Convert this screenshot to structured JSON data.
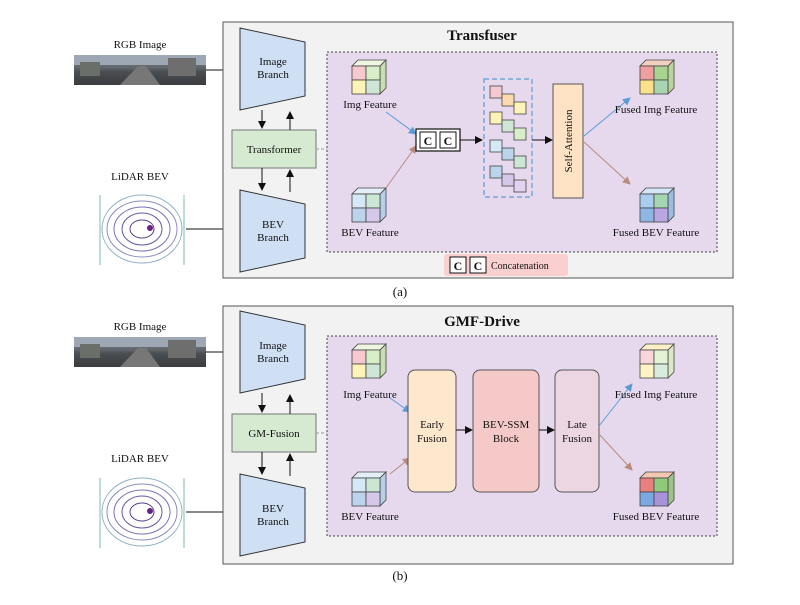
{
  "panel_a": {
    "title": "Transfuser",
    "caption": "(a)",
    "input_rgb": "RGB Image",
    "input_lidar": "LiDAR BEV",
    "image_branch": [
      "Image",
      "Branch"
    ],
    "bev_branch": [
      "BEV",
      "Branch"
    ],
    "fusion_module": "Transformer",
    "img_feature": "Img Feature",
    "bev_feature": "BEV Feature",
    "concat_symbol": "C",
    "self_attention": "Self-Attention",
    "fused_img": "Fused Img Feature",
    "fused_bev": "Fused BEV Feature",
    "legend_label": "Concatenation"
  },
  "panel_b": {
    "title": "GMF-Drive",
    "caption": "(b)",
    "input_rgb": "RGB Image",
    "input_lidar": "LiDAR BEV",
    "image_branch": [
      "Image",
      "Branch"
    ],
    "bev_branch": [
      "BEV",
      "Branch"
    ],
    "fusion_module": "GM-Fusion",
    "img_feature": "Img Feature",
    "bev_feature": "BEV Feature",
    "early_fusion": [
      "Early",
      "Fusion"
    ],
    "ssm_block": [
      "BEV-SSM",
      "Block"
    ],
    "late_fusion": [
      "Late",
      "Fusion"
    ],
    "fused_img": "Fused Img Feature",
    "fused_bev": "Fused BEV Feature"
  },
  "colors": {
    "branch_fill": "#cfe0f5",
    "fusion_fill": "#d6ead2",
    "panel_fill": "#e6d9ee",
    "self_attn_fill": "#fde3c4",
    "early_fill": "#fde7cd",
    "ssm_fill": "#f6c9c9",
    "late_fill": "#ecd6e2",
    "legend_fill": "#f9cfcf",
    "arrow_blue": "#5b9bd5",
    "arrow_brown": "#b98a7e"
  }
}
